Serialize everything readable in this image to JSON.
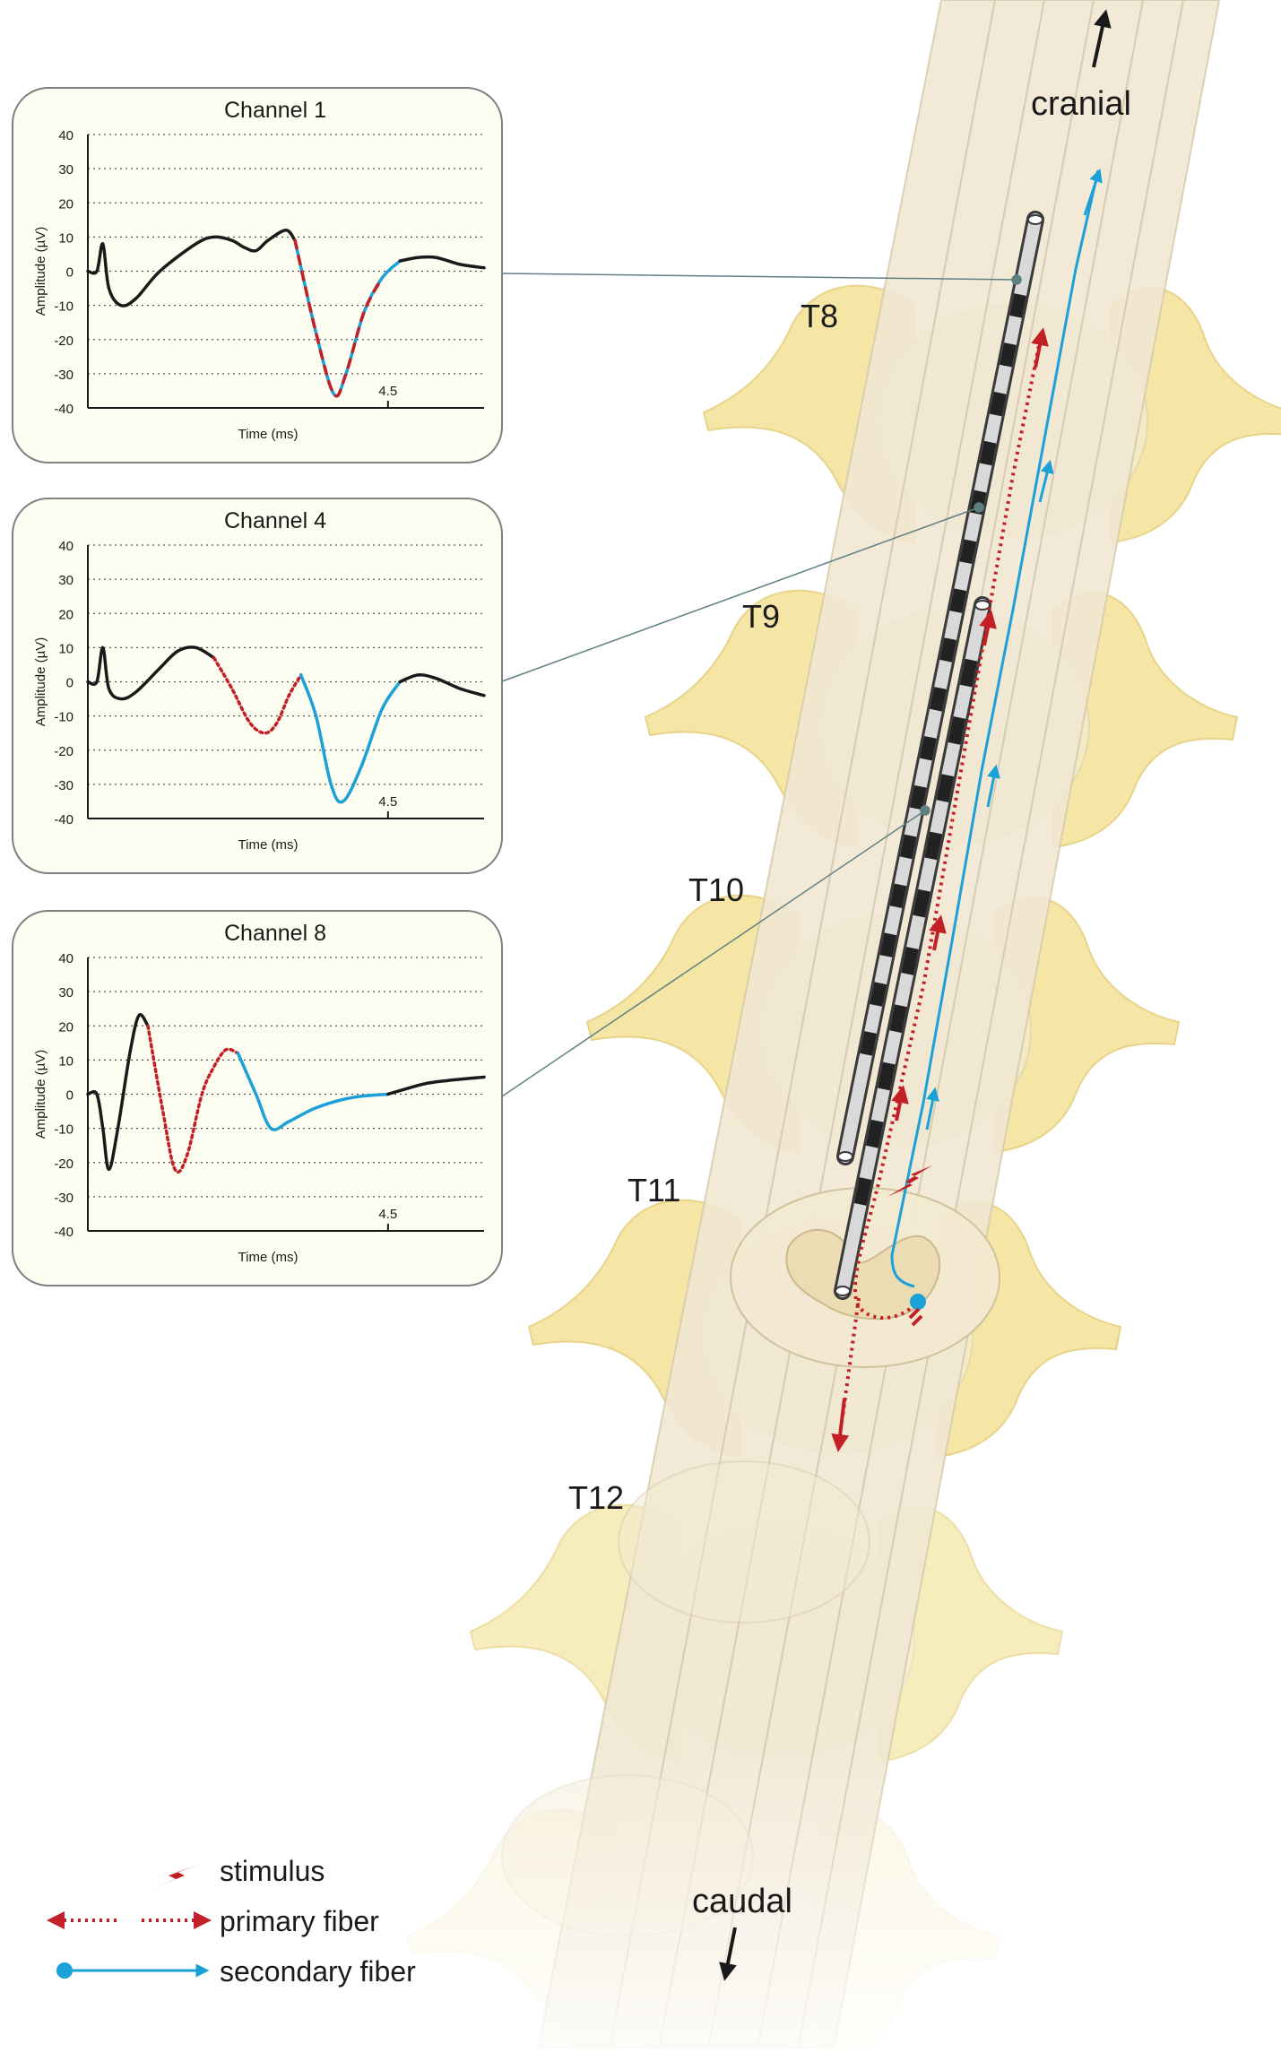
{
  "directions": {
    "cranial": "cranial",
    "caudal": "caudal"
  },
  "vertebrae": [
    "T8",
    "T9",
    "T10",
    "T11",
    "T12"
  ],
  "legend": {
    "stimulus": "stimulus",
    "primary": "primary fiber",
    "secondary": "secondary fiber"
  },
  "colors": {
    "primary": "#c22026",
    "secondary": "#1ba0d7",
    "trace": "#1a1a1a",
    "bone": "#f5e6a5",
    "cord": "#f1e8d3",
    "panel_bg": "#fefdf2",
    "lead": "#555555"
  },
  "panels": [
    {
      "title": "Channel 1",
      "ylabel": "Amplitude (µV)",
      "xlabel": "Time (ms)",
      "yticks": [
        "40",
        "30",
        "20",
        "10",
        "0",
        "-10",
        "-20",
        "-30",
        "-40"
      ],
      "xtick": "4.5",
      "segments": [
        {
          "style": "black",
          "points": [
            [
              0,
              0
            ],
            [
              0.15,
              0
            ],
            [
              0.25,
              8
            ],
            [
              0.35,
              -5
            ],
            [
              0.55,
              -10
            ],
            [
              0.8,
              -8
            ],
            [
              1.2,
              0
            ],
            [
              1.8,
              8
            ],
            [
              2.1,
              10
            ],
            [
              2.4,
              9
            ],
            [
              2.6,
              7
            ],
            [
              2.8,
              6
            ],
            [
              3.0,
              9
            ],
            [
              3.3,
              12
            ],
            [
              3.45,
              9
            ]
          ]
        },
        {
          "style": "reddash",
          "points": [
            [
              3.45,
              9
            ],
            [
              3.8,
              -18
            ],
            [
              4.1,
              -36
            ],
            [
              4.3,
              -30
            ],
            [
              4.6,
              -12
            ],
            [
              4.9,
              -2
            ]
          ]
        },
        {
          "style": "blue",
          "points": [
            [
              3.45,
              9
            ],
            [
              3.8,
              -18
            ],
            [
              4.1,
              -36
            ],
            [
              4.3,
              -30
            ],
            [
              4.6,
              -12
            ],
            [
              4.9,
              -2
            ],
            [
              5.2,
              3
            ]
          ]
        },
        {
          "style": "black",
          "points": [
            [
              5.2,
              3
            ],
            [
              5.5,
              4
            ],
            [
              5.8,
              4
            ],
            [
              6.2,
              2
            ],
            [
              6.6,
              1
            ]
          ]
        }
      ]
    },
    {
      "title": "Channel 4",
      "ylabel": "Amplitude (µV)",
      "xlabel": "Time (ms)",
      "yticks": [
        "40",
        "30",
        "20",
        "10",
        "0",
        "-10",
        "-20",
        "-30",
        "-40"
      ],
      "xtick": "4.5",
      "segments": [
        {
          "style": "black",
          "points": [
            [
              0,
              0
            ],
            [
              0.15,
              0
            ],
            [
              0.25,
              10
            ],
            [
              0.35,
              -2
            ],
            [
              0.55,
              -5
            ],
            [
              0.8,
              -3
            ],
            [
              1.2,
              4
            ],
            [
              1.5,
              9
            ],
            [
              1.8,
              10
            ],
            [
              2.1,
              7
            ]
          ]
        },
        {
          "style": "reddot",
          "points": [
            [
              2.1,
              7
            ],
            [
              2.4,
              -2
            ],
            [
              2.7,
              -12
            ],
            [
              2.95,
              -15
            ],
            [
              3.15,
              -12
            ],
            [
              3.35,
              -4
            ],
            [
              3.55,
              2
            ]
          ]
        },
        {
          "style": "blue",
          "points": [
            [
              3.55,
              2
            ],
            [
              3.8,
              -10
            ],
            [
              4.05,
              -30
            ],
            [
              4.25,
              -35
            ],
            [
              4.55,
              -25
            ],
            [
              4.9,
              -8
            ],
            [
              5.2,
              0
            ]
          ]
        },
        {
          "style": "black",
          "points": [
            [
              5.2,
              0
            ],
            [
              5.5,
              2
            ],
            [
              5.8,
              1
            ],
            [
              6.2,
              -2
            ],
            [
              6.6,
              -4
            ]
          ]
        }
      ]
    },
    {
      "title": "Channel 8",
      "ylabel": "Amplitude (µV)",
      "xlabel": "Time (ms)",
      "yticks": [
        "40",
        "30",
        "20",
        "10",
        "0",
        "-10",
        "-20",
        "-30",
        "-40"
      ],
      "xtick": "4.5",
      "segments": [
        {
          "style": "black",
          "points": [
            [
              0,
              0
            ],
            [
              0.15,
              0
            ],
            [
              0.25,
              -10
            ],
            [
              0.35,
              -22
            ],
            [
              0.5,
              -10
            ],
            [
              0.7,
              12
            ],
            [
              0.85,
              23
            ],
            [
              1.0,
              20
            ]
          ]
        },
        {
          "style": "reddot",
          "points": [
            [
              1.0,
              20
            ],
            [
              1.25,
              -5
            ],
            [
              1.45,
              -22
            ],
            [
              1.65,
              -18
            ],
            [
              1.9,
              0
            ],
            [
              2.1,
              8
            ],
            [
              2.3,
              13
            ],
            [
              2.5,
              12
            ]
          ]
        },
        {
          "style": "blue",
          "points": [
            [
              2.5,
              12
            ],
            [
              2.8,
              0
            ],
            [
              3.05,
              -10
            ],
            [
              3.35,
              -8
            ],
            [
              3.8,
              -4
            ],
            [
              4.4,
              -1
            ],
            [
              5.0,
              0
            ]
          ]
        },
        {
          "style": "black",
          "points": [
            [
              5.0,
              0
            ],
            [
              5.6,
              3
            ],
            [
              6.0,
              4
            ],
            [
              6.6,
              5
            ]
          ]
        }
      ]
    }
  ]
}
